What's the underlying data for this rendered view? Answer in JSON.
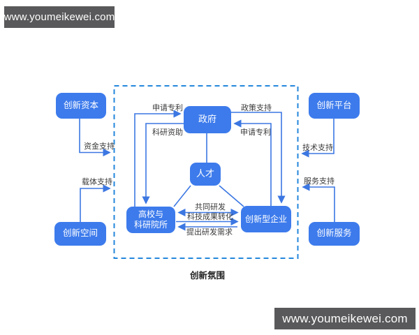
{
  "watermarks": {
    "top_left": "www.youmeikewei.com",
    "bottom_right": "www.youmeikewei.com"
  },
  "outer_nodes": {
    "capital": {
      "label": "创新资本"
    },
    "space": {
      "label": "创新空间"
    },
    "platform": {
      "label": "创新平台"
    },
    "service": {
      "label": "创新服务"
    }
  },
  "inner_nodes": {
    "government": {
      "label": "政府"
    },
    "talent": {
      "label": "人才"
    },
    "universities": {
      "label": "高校与\n科研院所"
    },
    "enterprises": {
      "label": "创新型企业"
    }
  },
  "edge_labels": {
    "apply_patent_left": "申请专利",
    "research_funding": "科研资助",
    "policy_support": "政策支持",
    "apply_patent_right": "申请专利",
    "joint_rd": "共同研发",
    "tech_transfer": "科技成果转化",
    "rd_demand": "提出研发需求",
    "funding_support": "资金支持",
    "carrier_support": "载体支持",
    "tech_support": "技术支持",
    "service_support": "服务支持"
  },
  "container": {
    "label": "创新氛围"
  },
  "colors": {
    "node_blue": "#3D7BEC",
    "line_blue": "#3C77E2",
    "dashed_border": "#2487DC",
    "watermark_bg": "#59595B",
    "label_text": "#3A3A3A"
  }
}
